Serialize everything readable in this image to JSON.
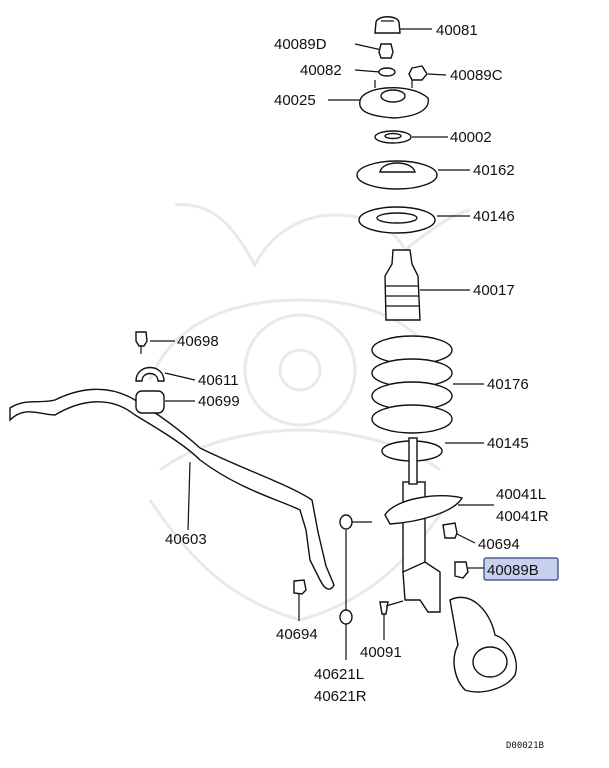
{
  "colors": {
    "highlight_fill": "#c7d0ec",
    "highlight_stroke": "#2f3d86",
    "ink": "#111111",
    "watermark": "#e9e9e9"
  },
  "watermark": {
    "icon": "samurai-helmet-watermark"
  },
  "labels": {
    "p40081": "40081",
    "p40089D": "40089D",
    "p40082": "40082",
    "p40089C": "40089C",
    "p40025": "40025",
    "p40002": "40002",
    "p40162": "40162",
    "p40146": "40146",
    "p40017": "40017",
    "p40698": "40698",
    "p40611": "40611",
    "p40699": "40699",
    "p40176": "40176",
    "p40145": "40145",
    "p40603": "40603",
    "p40041L": "40041L",
    "p40041R": "40041R",
    "p40694a": "40694",
    "p40089B": "40089B",
    "p40694b": "40694",
    "p40091": "40091",
    "p40621L": "40621L",
    "p40621R": "40621R"
  },
  "diagram_code": "D00021B"
}
